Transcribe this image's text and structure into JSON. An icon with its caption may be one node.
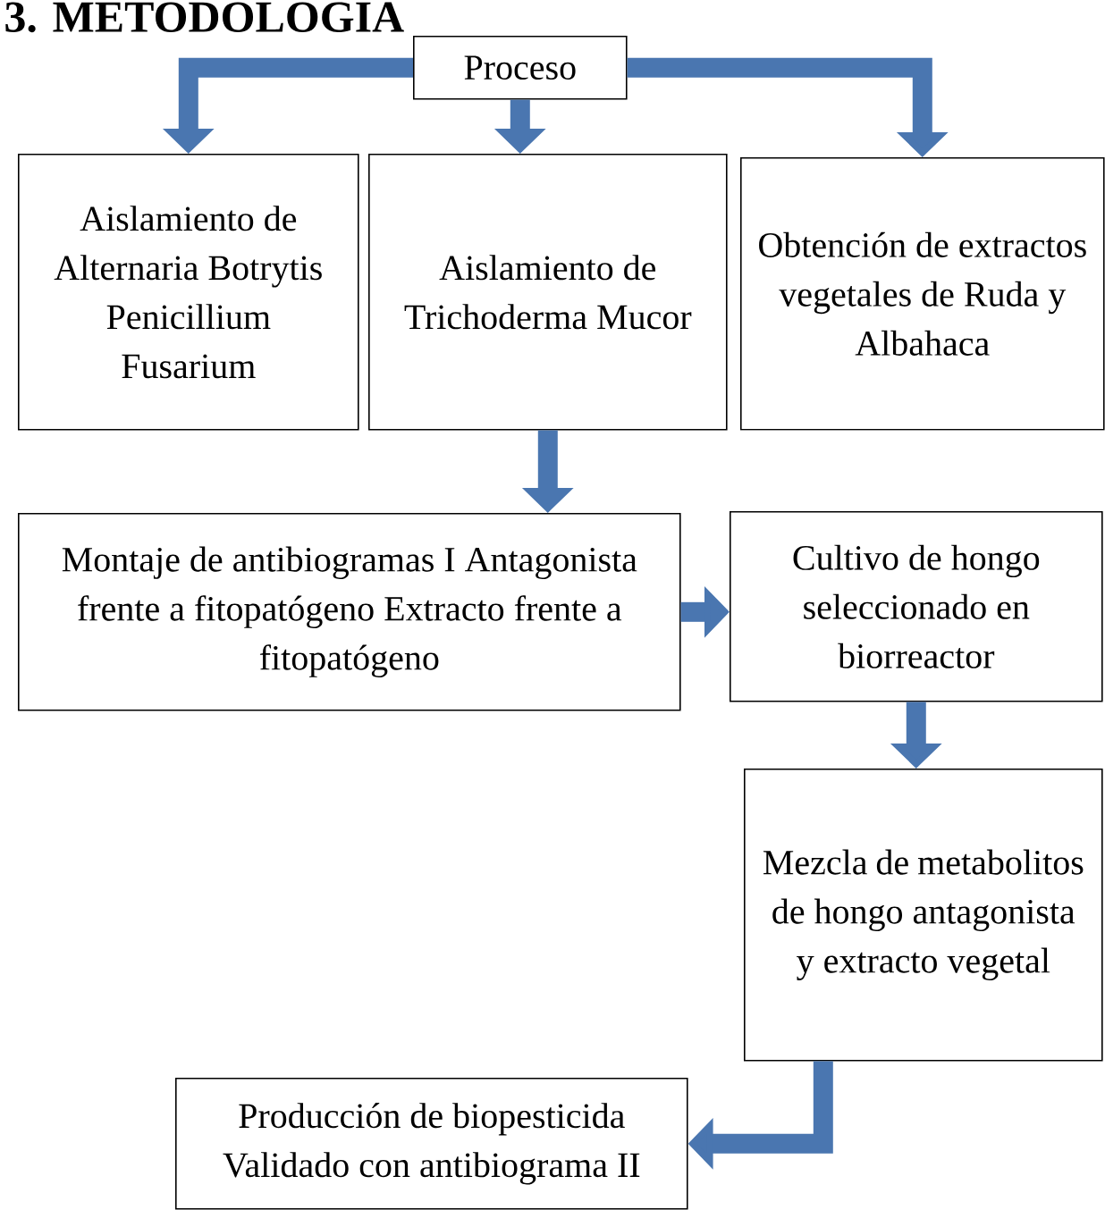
{
  "diagram": {
    "title": "3. METODOLOGIA",
    "nodes": [
      {
        "text": [
          "Proceso"
        ]
      },
      {
        "text": [
          "Aislamiento de Alternaria Botrytis Penicillium Fusarium"
        ]
      },
      {
        "text": [
          "Aislamiento de Trichoderma Mucor"
        ]
      },
      {
        "text": [
          "Obtención de extractos vegetales de Ruda y Albahaca"
        ]
      },
      {
        "text": [
          "Montaje de antibiogramas I Antagonista frente a fitopatógeno Extracto frente a fitopatógeno"
        ]
      },
      {
        "text": [
          "Cultivo de hongo seleccionado en biorreactor"
        ]
      },
      {
        "text": [
          "Mezcla de metabolitos de hongo antagonista y extracto vegetal"
        ]
      },
      {
        "text": [
          "Producción de biopesticida Validado con antibiograma II"
        ]
      }
    ],
    "edges": [
      {
        "from": 0,
        "to": 1,
        "arrow": "to"
      },
      {
        "from": 0,
        "to": 2,
        "arrow": "to"
      },
      {
        "from": 0,
        "to": 3,
        "arrow": "to"
      },
      {
        "from": 2,
        "to": 4,
        "arrow": "to"
      },
      {
        "from": 4,
        "to": 5,
        "arrow": "to"
      },
      {
        "from": 5,
        "to": 6,
        "arrow": "to"
      },
      {
        "from": 6,
        "to": 7,
        "arrow": "to"
      }
    ]
  }
}
